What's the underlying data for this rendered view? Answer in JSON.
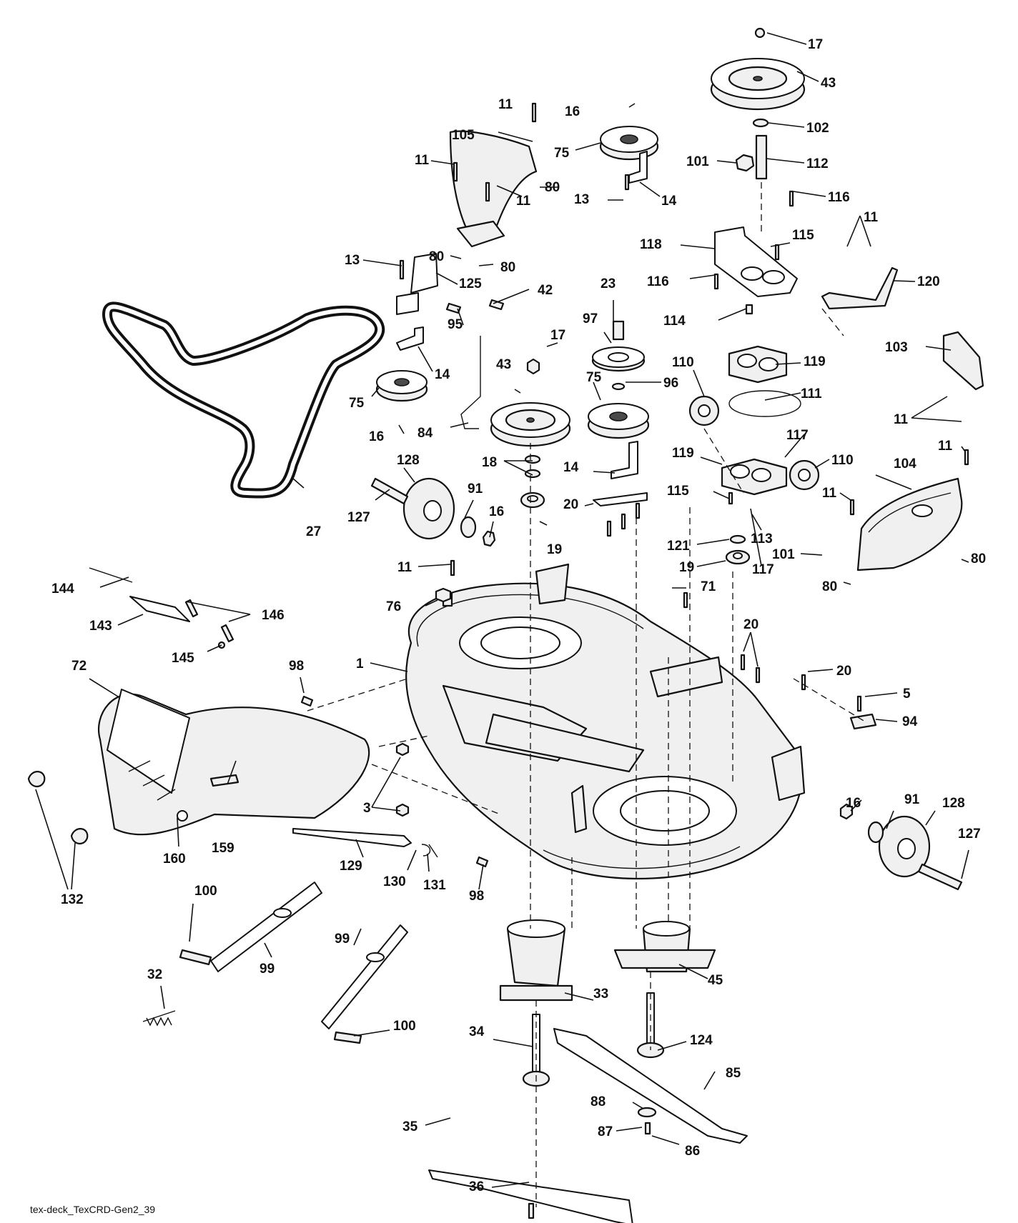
{
  "footer_text": "tex-deck_TexCRD-Gen2_39",
  "callouts": [
    {
      "id": "c-17a",
      "text": "17"
    },
    {
      "id": "c-43a",
      "text": "43"
    },
    {
      "id": "c-102",
      "text": "102"
    },
    {
      "id": "c-101a",
      "text": "101"
    },
    {
      "id": "c-112",
      "text": "112"
    },
    {
      "id": "c-116a",
      "text": "116"
    },
    {
      "id": "c-11a",
      "text": "11"
    },
    {
      "id": "c-105",
      "text": "105"
    },
    {
      "id": "c-11b",
      "text": "11"
    },
    {
      "id": "c-11c",
      "text": "11"
    },
    {
      "id": "c-80a",
      "text": "80"
    },
    {
      "id": "c-16a",
      "text": "16"
    },
    {
      "id": "c-75a",
      "text": "75"
    },
    {
      "id": "c-13a",
      "text": "13"
    },
    {
      "id": "c-14a",
      "text": "14"
    },
    {
      "id": "c-80b",
      "text": "80"
    },
    {
      "id": "c-80c",
      "text": "80"
    },
    {
      "id": "c-13b",
      "text": "13"
    },
    {
      "id": "c-125",
      "text": "125"
    },
    {
      "id": "c-42",
      "text": "42"
    },
    {
      "id": "c-95",
      "text": "95"
    },
    {
      "id": "c-14b",
      "text": "14"
    },
    {
      "id": "c-75b",
      "text": "75"
    },
    {
      "id": "c-16b",
      "text": "16"
    },
    {
      "id": "c-84",
      "text": "84"
    },
    {
      "id": "c-17b",
      "text": "17"
    },
    {
      "id": "c-43b",
      "text": "43"
    },
    {
      "id": "c-23",
      "text": "23"
    },
    {
      "id": "c-97",
      "text": "97"
    },
    {
      "id": "c-96",
      "text": "96"
    },
    {
      "id": "c-75c",
      "text": "75"
    },
    {
      "id": "c-18",
      "text": "18"
    },
    {
      "id": "c-14c",
      "text": "14"
    },
    {
      "id": "c-118",
      "text": "118"
    },
    {
      "id": "c-115a",
      "text": "115"
    },
    {
      "id": "c-116b",
      "text": "116"
    },
    {
      "id": "c-114",
      "text": "114"
    },
    {
      "id": "c-11d",
      "text": "11"
    },
    {
      "id": "c-120",
      "text": "120"
    },
    {
      "id": "c-110a",
      "text": "110"
    },
    {
      "id": "c-119a",
      "text": "119"
    },
    {
      "id": "c-111",
      "text": "111"
    },
    {
      "id": "c-103",
      "text": "103"
    },
    {
      "id": "c-11e",
      "text": "11"
    },
    {
      "id": "c-117a",
      "text": "117"
    },
    {
      "id": "c-119b",
      "text": "119"
    },
    {
      "id": "c-110b",
      "text": "110"
    },
    {
      "id": "c-11f",
      "text": "11"
    },
    {
      "id": "c-104",
      "text": "104"
    },
    {
      "id": "c-115b",
      "text": "115"
    },
    {
      "id": "c-11g",
      "text": "11"
    },
    {
      "id": "c-113",
      "text": "113"
    },
    {
      "id": "c-121",
      "text": "121"
    },
    {
      "id": "c-101b",
      "text": "101"
    },
    {
      "id": "c-19b",
      "text": "19"
    },
    {
      "id": "c-117b",
      "text": "117"
    },
    {
      "id": "c-80d",
      "text": "80"
    },
    {
      "id": "c-80e",
      "text": "80"
    },
    {
      "id": "c-127a",
      "text": "127"
    },
    {
      "id": "c-128a",
      "text": "128"
    },
    {
      "id": "c-91a",
      "text": "91"
    },
    {
      "id": "c-16c",
      "text": "16"
    },
    {
      "id": "c-19a",
      "text": "19"
    },
    {
      "id": "c-20a",
      "text": "20"
    },
    {
      "id": "c-27",
      "text": "27"
    },
    {
      "id": "c-11h",
      "text": "11"
    },
    {
      "id": "c-144",
      "text": "144"
    },
    {
      "id": "c-146",
      "text": "146"
    },
    {
      "id": "c-143",
      "text": "143"
    },
    {
      "id": "c-76",
      "text": "76"
    },
    {
      "id": "c-71",
      "text": "71"
    },
    {
      "id": "c-145",
      "text": "145"
    },
    {
      "id": "c-20b",
      "text": "20"
    },
    {
      "id": "c-72",
      "text": "72"
    },
    {
      "id": "c-98a",
      "text": "98"
    },
    {
      "id": "c-1",
      "text": "1"
    },
    {
      "id": "c-20c",
      "text": "20"
    },
    {
      "id": "c-5",
      "text": "5"
    },
    {
      "id": "c-94",
      "text": "94"
    },
    {
      "id": "c-3",
      "text": "3"
    },
    {
      "id": "c-16d",
      "text": "16"
    },
    {
      "id": "c-91b",
      "text": "91"
    },
    {
      "id": "c-128b",
      "text": "128"
    },
    {
      "id": "c-127b",
      "text": "127"
    },
    {
      "id": "c-159",
      "text": "159"
    },
    {
      "id": "c-160",
      "text": "160"
    },
    {
      "id": "c-129",
      "text": "129"
    },
    {
      "id": "c-130",
      "text": "130"
    },
    {
      "id": "c-131",
      "text": "131"
    },
    {
      "id": "c-98b",
      "text": "98"
    },
    {
      "id": "c-132",
      "text": "132"
    },
    {
      "id": "c-100a",
      "text": "100"
    },
    {
      "id": "c-99a",
      "text": "99"
    },
    {
      "id": "c-99b",
      "text": "99"
    },
    {
      "id": "c-32",
      "text": "32"
    },
    {
      "id": "c-33",
      "text": "33"
    },
    {
      "id": "c-45",
      "text": "45"
    },
    {
      "id": "c-100b",
      "text": "100"
    },
    {
      "id": "c-34",
      "text": "34"
    },
    {
      "id": "c-124",
      "text": "124"
    },
    {
      "id": "c-85",
      "text": "85"
    },
    {
      "id": "c-88",
      "text": "88"
    },
    {
      "id": "c-35",
      "text": "35"
    },
    {
      "id": "c-87",
      "text": "87"
    },
    {
      "id": "c-86",
      "text": "86"
    },
    {
      "id": "c-36",
      "text": "36"
    }
  ]
}
